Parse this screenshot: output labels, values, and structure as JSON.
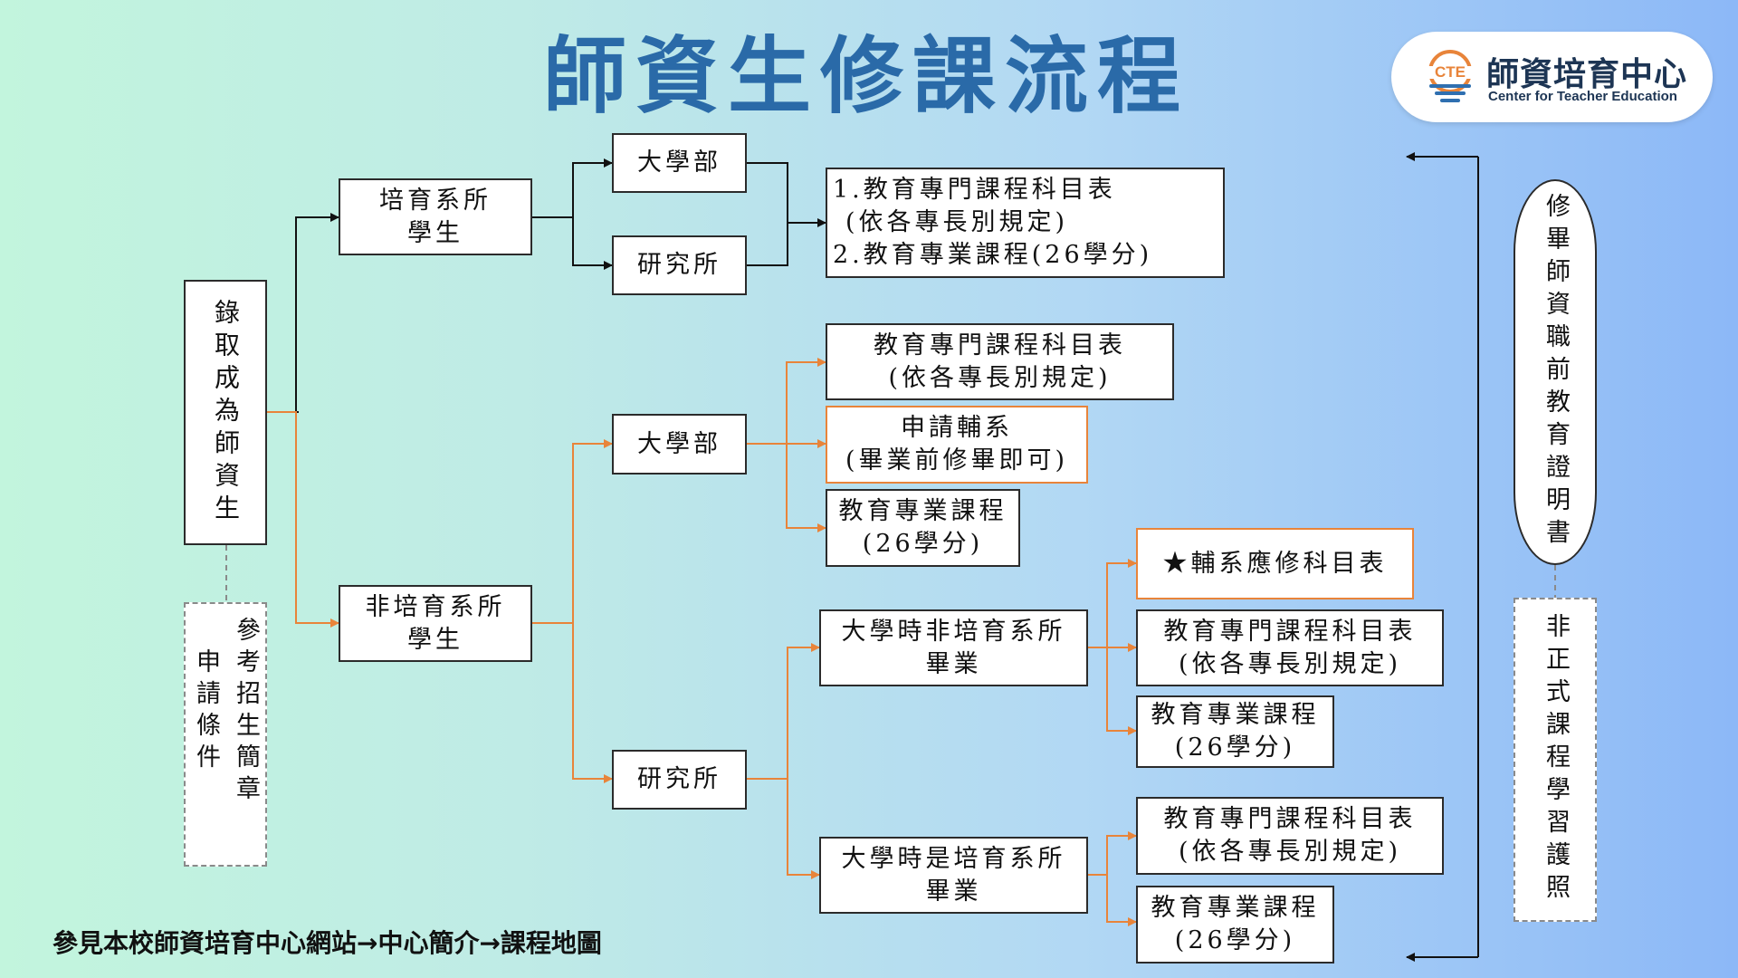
{
  "title": "師資生修課流程",
  "logo": {
    "mark": "CTE",
    "name": "師資培育中心",
    "subtitle": "Center for Teacher Education"
  },
  "nodes": {
    "admit": "錄取成為師資生",
    "apply_note": [
      "參考招生簡章",
      "申請條件"
    ],
    "edu_dept": [
      "培育系所",
      "學生"
    ],
    "non_edu_dept": [
      "非培育系所",
      "學生"
    ],
    "edu_undergrad": "大學部",
    "edu_grad": "研究所",
    "edu_courses": [
      "1.教育專門課程科目表",
      "(依各專長別規定)",
      "2.教育專業課程(26學分)"
    ],
    "non_undergrad": "大學部",
    "non_ug_specialty": [
      "教育專門課程科目表",
      "(依各專長別規定)"
    ],
    "non_ug_minor": [
      "申請輔系",
      "(畢業前修畢即可)"
    ],
    "non_ug_prof": [
      "教育專業課程",
      "(26學分)"
    ],
    "non_grad": "研究所",
    "grad_non_edu": [
      "大學時非培育系所",
      "畢業"
    ],
    "grad_non_edu_minor": "★輔系應修科目表",
    "grad_non_edu_specialty": [
      "教育專門課程科目表",
      "(依各專長別規定)"
    ],
    "grad_non_edu_prof": [
      "教育專業課程",
      "(26學分)"
    ],
    "grad_edu": [
      "大學時是培育系所",
      "畢業"
    ],
    "grad_edu_specialty": [
      "教育專門課程科目表",
      "(依各專長別規定)"
    ],
    "grad_edu_prof": [
      "教育專業課程",
      "(26學分)"
    ],
    "certificate": "修畢師資職前教育證明書",
    "passport": "非正式課程學習護照"
  },
  "footer": "參見本校師資培育中心網站→中心簡介→課程地圖",
  "colors": {
    "title": "#2a6aa8",
    "black_connector": "#111111",
    "orange_connector": "#e8843a",
    "dashed": "#8a8a8a",
    "logo_orange": "#e8843a",
    "logo_blue": "#2f6fb0"
  }
}
